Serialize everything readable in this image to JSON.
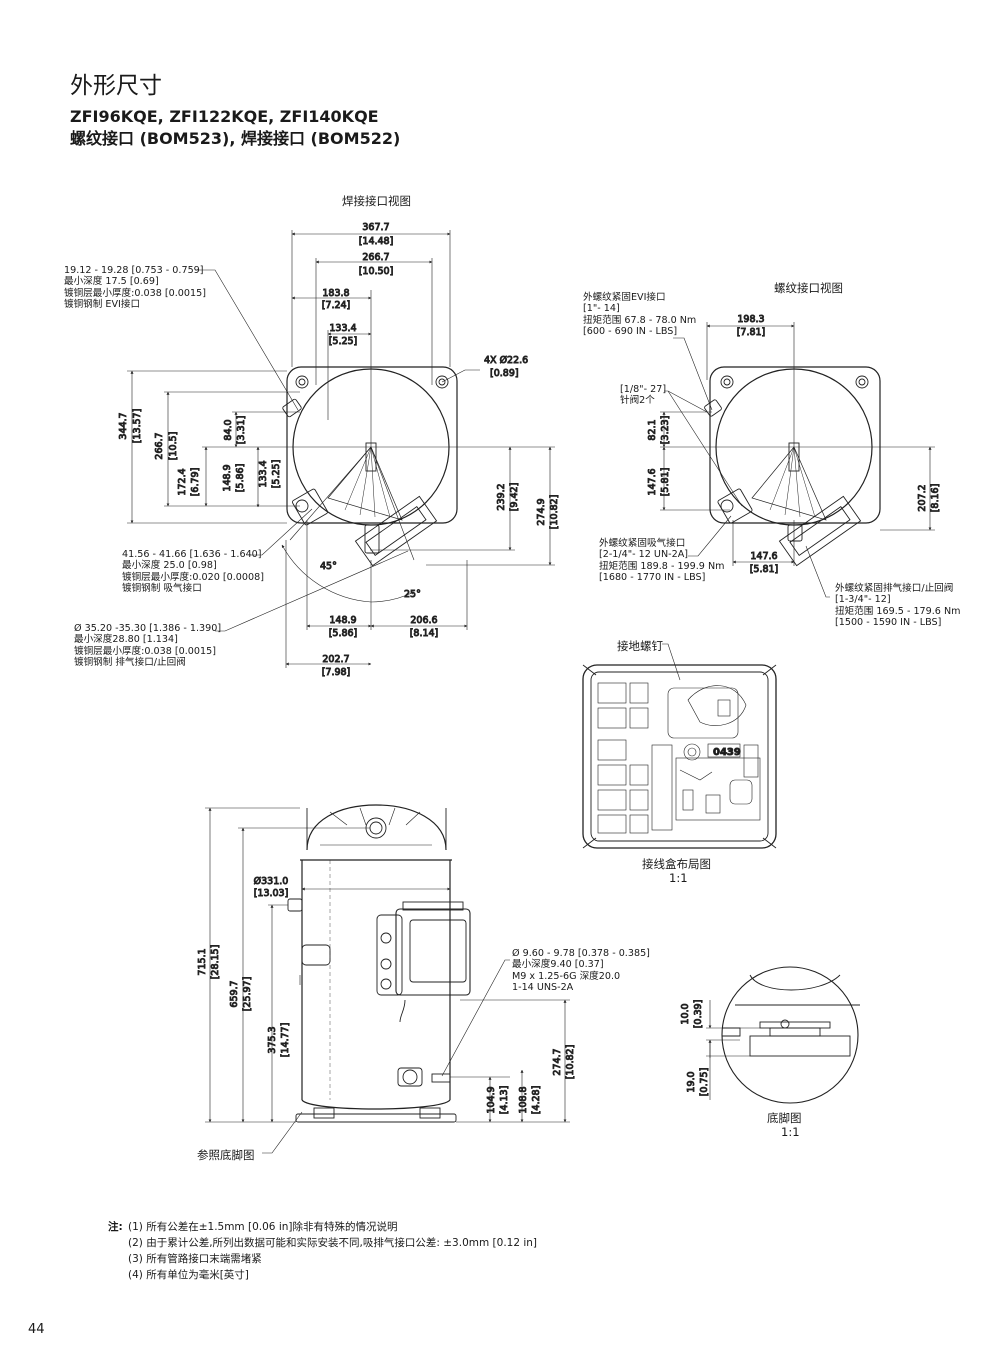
{
  "heading": {
    "title": "外形尺寸",
    "models": "ZFI96KQE, ZFI122KQE, ZFI140KQE",
    "variants": "螺纹接口 (BOM523), 焊接接口 (BOM522)"
  },
  "views": {
    "weld_view": "焊接接口视图",
    "thread_view": "螺纹接口视图",
    "junction_box": "接线盒布局图",
    "junction_scale": "1:1",
    "foot_view": "底脚图",
    "foot_scale": "1:1",
    "ref_foot": "参照底脚图",
    "ground_screw": "接地螺钉"
  },
  "weld": {
    "d367": "367.7",
    "d367i": "[14.48]",
    "d266h": "266.7",
    "d266hi": "[10.50]",
    "d183": "183.8",
    "d183i": "[7.24]",
    "d133h": "133.4",
    "d133hi": "[5.25]",
    "d344": "344.7",
    "d344i": "[13.57]",
    "d266v": "266.7",
    "d266vi": "[10.5]",
    "d172": "172.4",
    "d172i": "[6.79]",
    "d148v": "148.9",
    "d148vi": "[5.86]",
    "d84": "84.0",
    "d84i": "[3.31]",
    "d133v": "133.4",
    "d133vi": "[5.25]",
    "d239": "239.2",
    "d239i": "[9.42]",
    "d274": "274.9",
    "d274i": "[10.82]",
    "d148h": "148.9",
    "d148hi": "[5.86]",
    "d206": "206.6",
    "d206i": "[8.14]",
    "d202": "202.7",
    "d202i": "[7.98]",
    "a45": "45°",
    "a25": "25°",
    "hole": "4X Ø22.6",
    "hole_i": "[0.89]"
  },
  "weld_notes": {
    "evi": [
      "19.12 - 19.28 [0.753 - 0.759]",
      "最小深度 17.5 [0.69]",
      "镀铜层最小厚度:0.038 [0.0015]",
      "镀铜钢制 EVI接口"
    ],
    "suction": [
      "41.56 - 41.66 [1.636 - 1.640]",
      "最小深度 25.0 [0.98]",
      "镀铜层最小厚度:0.020 [0.0008]",
      "镀铜钢制 吸气接口"
    ],
    "discharge": [
      "Ø 35.20 -35.30 [1.386 - 1.390]",
      "最小深度28.80 [1.134]",
      "镀铜层最小厚度:0.038 [0.0015]",
      "镀铜钢制 排气接口/止回阀"
    ]
  },
  "thread": {
    "evi": [
      "外螺纹紧固EVI接口",
      "[1\"- 14]",
      "扭矩范围  67.8 - 78.0 Nm",
      "[600 - 690  IN - LBS]"
    ],
    "valve": [
      "[1/8\"- 27]",
      "针阀2个"
    ],
    "suction": [
      "外螺纹紧固吸气接口",
      "[2-1/4\"- 12 UN-2A]",
      "扭矩范围  189.8 - 199.9 Nm",
      "[1680 - 1770  IN - LBS]"
    ],
    "discharge": [
      "外螺纹紧固排气接口/止回阀",
      "[1-3/4\"- 12]",
      "扭矩范围  169.5 - 179.6 Nm",
      "[1500 - 1590  IN - LBS]"
    ],
    "d198": "198.3",
    "d198i": "[7.81]",
    "d82": "82.1",
    "d82i": "[3.23]",
    "d147v": "147.6",
    "d147vi": "[5.81]",
    "d147h": "147.6",
    "d147hi": "[5.81]",
    "d207": "207.2",
    "d207i": "[8.16]"
  },
  "side": {
    "dia": "Ø331.0",
    "dia_i": "[13.03]",
    "d715": "715.1",
    "d715i": "[28.15]",
    "d659": "659.7",
    "d659i": "[25.97]",
    "d375": "375.3",
    "d375i": "[14.77]",
    "d104": "104.9",
    "d104i": "[4.13]",
    "d108": "108.8",
    "d108i": "[4.28]",
    "d274": "274.7",
    "d274i": "[10.82]",
    "port": [
      "Ø 9.60 - 9.78 [0.378 - 0.385]",
      "最小深度9.40 [0.37]",
      "M9 x 1.25-6G 深度20.0",
      "1-14 UNS-2A"
    ]
  },
  "foot": {
    "d10": "10.0",
    "d10i": "[0.39]",
    "d19": "19.0",
    "d19i": "[0.75]"
  },
  "junction": {
    "code": "0439"
  },
  "notes": {
    "prefix": "注:",
    "items": [
      "(1)  所有公差在±1.5mm [0.06 in]除非有特殊的情况说明",
      "(2)  由于累计公差,所列出数据可能和实际安装不同,吸排气接口公差: ±3.0mm [0.12 in]",
      "(3)  所有管路接口末端需堵紧",
      "(4)  所有单位为毫米[英寸]"
    ]
  },
  "page_number": "44"
}
